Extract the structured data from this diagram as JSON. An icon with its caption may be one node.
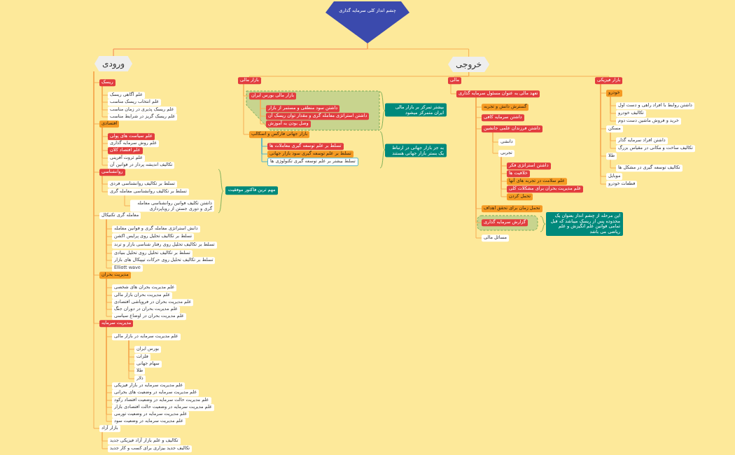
{
  "diagram": {
    "nodes": [
      {
        "text": [
          "چشم انداز کلی سرمایه گذاری"
        ]
      },
      {
        "text": [
          "ورودی"
        ]
      },
      {
        "text": [
          "خروجی"
        ]
      },
      {
        "text": [
          "ریسک"
        ]
      },
      {
        "text": [
          "علم آگاهی ریسک"
        ]
      },
      {
        "text": [
          "علم انتخاب ریسک مناسب"
        ]
      },
      {
        "text": [
          "علم ریسک پذیری در زمان مناسب"
        ]
      },
      {
        "text": [
          "علم ریسک گریز در شرایط مناسب"
        ]
      },
      {
        "text": [
          "اقتصادی"
        ]
      },
      {
        "text": [
          "علم سیاست های پولی"
        ]
      },
      {
        "text": [
          "علم روش سرمایه گذاری"
        ]
      },
      {
        "text": [
          "علم اقتصاد کلان"
        ]
      },
      {
        "text": [
          "علم ثروت آفرینی"
        ]
      },
      {
        "text": [
          "تکالیف اندیشه پرداز در قوانین آن"
        ]
      },
      {
        "text": [
          "روانشناسی"
        ]
      },
      {
        "text": [
          "تسلط بر تکالیف روانشناسی فردی"
        ]
      },
      {
        "text": [
          "تسلط بر تکالیف روانشناسی معامله گری"
        ]
      },
      {
        "text": [
          "داشتن تکلیف قوانین روانشناسی معامله گری و دوری جستن از رویاپردازی"
        ]
      },
      {
        "text": [
          "مهم ترین فاکتور موفقیت"
        ]
      },
      {
        "text": [
          "معامله گری تکنیکال"
        ]
      },
      {
        "text": [
          "دانش استراتژی معامله گری و قوانین معامله"
        ]
      },
      {
        "text": [
          "تسلط بر تکالیف تحلیل روی پرایس اکشن"
        ]
      },
      {
        "text": [
          "تسلط بر تکالیف تحلیل روی رفتار شناسی بازار و ترند"
        ]
      },
      {
        "text": [
          "تسلط بر تکالیف تحلیل روی تحلیل بنیادی"
        ]
      },
      {
        "text": [
          "تسلط بر تکالیف تحلیل روی حرکات تیپیکال های بازار"
        ]
      },
      {
        "text": [
          "Elliott wave"
        ]
      },
      {
        "text": [
          "مدیریت بحران"
        ]
      },
      {
        "text": [
          "علم مدیریت بحران های شخصی"
        ]
      },
      {
        "text": [
          "علم مدیریت بحران بازار مالی"
        ]
      },
      {
        "text": [
          "علم مدیریت بحران در فروپاشی اقتصادی"
        ]
      },
      {
        "text": [
          "علم مدیریت بحران در دوران جنگ"
        ]
      },
      {
        "text": [
          "علم مدیریت بحران در اوضاع سیاسی"
        ]
      },
      {
        "text": [
          "مدیریت سرمایه"
        ]
      },
      {
        "text": [
          "علم مدیریت سرمایه در بازار مالی"
        ]
      },
      {
        "text": [
          "بورس ایران"
        ]
      },
      {
        "text": [
          "فلزات"
        ]
      },
      {
        "text": [
          "سهام جهانی"
        ]
      },
      {
        "text": [
          "طلا"
        ]
      },
      {
        "text": [
          "دلار"
        ]
      },
      {
        "text": [
          "علم مدیریت سرمایه در بازار فیزیکی"
        ]
      },
      {
        "text": [
          "علم مدیریت سرمایه در وضعیت های بحرانی"
        ]
      },
      {
        "text": [
          "علم مدیریت حالت سرمایه در وضعیت اقتصاد رکود"
        ]
      },
      {
        "text": [
          "علم مدیریت سرمایه در وضعیت حالت اقتصادی بازار"
        ]
      },
      {
        "text": [
          "علم مدیریت سرمایه در وضعیت تورمی"
        ]
      },
      {
        "text": [
          "علم مدیریت سرمایه در وضعیت سود"
        ]
      },
      {
        "text": [
          "بازار آزاد"
        ]
      },
      {
        "text": [
          "تکالیف و علم بازار آزاد فیزیکی جدید"
        ]
      },
      {
        "text": [
          "تکالیف جدید بیزاری برای کسب و کار جدید"
        ]
      },
      {
        "text": [
          "بازار مالی"
        ]
      },
      {
        "text": [
          "بازار مالی بورس ایران"
        ]
      },
      {
        "text": [
          "داشتن سود منطقی و مستمر از بازار"
        ]
      },
      {
        "text": [
          "داشتن استراتژی معامله گری و مقدار توان ریسک آن"
        ]
      },
      {
        "text": [
          "وصل بودن به آموزش"
        ]
      },
      {
        "text": [
          "بیشتر تمرکز بر بازار مالی ایران متمرکز میشود"
        ]
      },
      {
        "text": [
          "بازار جهانی فارکس و اسکالپ"
        ]
      },
      {
        "text": [
          "تسلط بر علم توسعه گیری معاملات ها"
        ]
      },
      {
        "text": [
          "تسلط بر علم توسعه گیری سود بازار جهانی"
        ]
      },
      {
        "text": [
          "تسلط بیشتر بر علم توسعه گیری تکنولوژی ها"
        ]
      },
      {
        "text": [
          "به جز بازار جهانی در ارتباط یک بستر بازار جهانی هستند"
        ]
      },
      {
        "text": [
          "مالی"
        ]
      },
      {
        "text": [
          "تعهد مالی به عنوان مسئول سرمایه گذاری"
        ]
      },
      {
        "text": [
          "گسترش دانش و تجربه"
        ]
      },
      {
        "text": [
          "داشتن سرمایه کافی"
        ]
      },
      {
        "text": [
          "داشتن فرزندان علمی جانشین"
        ]
      },
      {
        "text": [
          "دانشی"
        ]
      },
      {
        "text": [
          "تجربی"
        ]
      },
      {
        "text": [
          "داشتن استراتژی فکر"
        ]
      },
      {
        "text": [
          "خلاقیت ها"
        ]
      },
      {
        "text": [
          "علم سلامت در تجربه های آنها"
        ]
      },
      {
        "text": [
          "علم مدیریت بحران برای مشکلات کلی"
        ]
      },
      {
        "text": [
          "تحمل کردن"
        ]
      },
      {
        "text": [
          "تحمل زمان برای تحقق اهداف"
        ]
      },
      {
        "text": [
          "گزارش سرمایه گذاری"
        ]
      },
      {
        "text": [
          "این مرحله از چشم انداز بعنوان یک محدوده پس از ریسک میباشد که قبل تمامی قوانین علم انگیزش و علم ریاضی می باشد"
        ]
      },
      {
        "text": [
          "مسائل مالی"
        ]
      },
      {
        "text": [
          "بازار فیزیکی"
        ]
      },
      {
        "text": [
          "خودرو"
        ]
      },
      {
        "text": [
          "داشتن روابط با افراد راهی و دست اول"
        ]
      },
      {
        "text": [
          "تکالیف خودرو"
        ]
      },
      {
        "text": [
          "خرید و فروش ماشین دست دوم"
        ]
      },
      {
        "text": [
          "مسکن"
        ]
      },
      {
        "text": [
          "داشتن افراد سرمایه گذار"
        ]
      },
      {
        "text": [
          "تکالیف ساخت و مکانی در مقیاس بزرگ"
        ]
      },
      {
        "text": [
          "طلا"
        ]
      },
      {
        "text": [
          "تکالیف توسعه گیری در مشکل ها"
        ]
      },
      {
        "text": [
          "موبایل"
        ]
      },
      {
        "text": [
          "قطعات خودرو"
        ]
      }
    ],
    "edges": [
      {
        "from": 0,
        "to": 1,
        "arrow": "none",
        "color": "#f4824f"
      },
      {
        "from": 0,
        "to": 2,
        "arrow": "none"
      },
      {
        "from": 1,
        "to": 3,
        "arrow": "none"
      },
      {
        "from": 3,
        "to": 4,
        "arrow": "none"
      },
      {
        "from": 3,
        "to": 5,
        "arrow": "none"
      },
      {
        "from": 3,
        "to": 6,
        "arrow": "none"
      },
      {
        "from": 3,
        "to": 7,
        "arrow": "none"
      },
      {
        "from": 1,
        "to": 8,
        "arrow": "none"
      },
      {
        "from": 8,
        "to": 9,
        "arrow": "none"
      },
      {
        "from": 8,
        "to": 10,
        "arrow": "none"
      },
      {
        "from": 8,
        "to": 11,
        "arrow": "none"
      },
      {
        "from": 8,
        "to": 12,
        "arrow": "none"
      },
      {
        "from": 8,
        "to": 13,
        "arrow": "none"
      },
      {
        "from": 1,
        "to": 14,
        "arrow": "none"
      },
      {
        "from": 14,
        "to": 15,
        "arrow": "none"
      },
      {
        "from": 14,
        "to": 16,
        "arrow": "none"
      },
      {
        "from": 16,
        "to": 17,
        "arrow": "none"
      },
      {
        "from": 1,
        "to": 19,
        "arrow": "none"
      },
      {
        "from": 19,
        "to": 20,
        "arrow": "none"
      },
      {
        "from": 19,
        "to": 21,
        "arrow": "none"
      },
      {
        "from": 19,
        "to": 22,
        "arrow": "none"
      },
      {
        "from": 19,
        "to": 23,
        "arrow": "none"
      },
      {
        "from": 19,
        "to": 24,
        "arrow": "none"
      },
      {
        "from": 19,
        "to": 25,
        "arrow": "none"
      },
      {
        "from": 1,
        "to": 26,
        "arrow": "none"
      },
      {
        "from": 26,
        "to": 27,
        "arrow": "none"
      },
      {
        "from": 26,
        "to": 28,
        "arrow": "none"
      },
      {
        "from": 26,
        "to": 29,
        "arrow": "none"
      },
      {
        "from": 26,
        "to": 30,
        "arrow": "none"
      },
      {
        "from": 26,
        "to": 31,
        "arrow": "none"
      },
      {
        "from": 1,
        "to": 32,
        "arrow": "none"
      },
      {
        "from": 32,
        "to": 33,
        "arrow": "none"
      },
      {
        "from": 33,
        "to": 34,
        "arrow": "none"
      },
      {
        "from": 33,
        "to": 35,
        "arrow": "none"
      },
      {
        "from": 33,
        "to": 36,
        "arrow": "none"
      },
      {
        "from": 33,
        "to": 37,
        "arrow": "none"
      },
      {
        "from": 33,
        "to": 38,
        "arrow": "none"
      },
      {
        "from": 32,
        "to": 39,
        "arrow": "none"
      },
      {
        "from": 32,
        "to": 40,
        "arrow": "none"
      },
      {
        "from": 32,
        "to": 41,
        "arrow": "none"
      },
      {
        "from": 32,
        "to": 42,
        "arrow": "none"
      },
      {
        "from": 32,
        "to": 43,
        "arrow": "none"
      },
      {
        "from": 32,
        "to": 44,
        "arrow": "none"
      },
      {
        "from": 1,
        "to": 45,
        "arrow": "none"
      },
      {
        "from": 45,
        "to": 46,
        "arrow": "none"
      },
      {
        "from": 45,
        "to": 47,
        "arrow": "none"
      },
      {
        "from": 2,
        "to": 48,
        "arrow": "none"
      },
      {
        "from": 48,
        "to": 49,
        "arrow": "none"
      },
      {
        "from": 49,
        "to": 50,
        "arrow": "none"
      },
      {
        "from": 49,
        "to": 51,
        "arrow": "none"
      },
      {
        "from": 49,
        "to": 52,
        "arrow": "none"
      },
      {
        "from": 48,
        "to": 54,
        "arrow": "none"
      },
      {
        "from": 54,
        "to": 55,
        "arrow": "none",
        "color": "#4fb3c9"
      },
      {
        "from": 54,
        "to": 56,
        "arrow": "none",
        "color": "#4fb3c9"
      },
      {
        "from": 54,
        "to": 57,
        "arrow": "none",
        "color": "#4fb3c9"
      },
      {
        "from": 2,
        "to": 59,
        "arrow": "none"
      },
      {
        "from": 59,
        "to": 60,
        "arrow": "none"
      },
      {
        "from": 60,
        "to": 61,
        "arrow": "none"
      },
      {
        "from": 60,
        "to": 62,
        "arrow": "none"
      },
      {
        "from": 60,
        "to": 63,
        "arrow": "none"
      },
      {
        "from": 63,
        "to": 64,
        "arrow": "none"
      },
      {
        "from": 63,
        "to": 65,
        "arrow": "none"
      },
      {
        "from": 65,
        "to": 66,
        "arrow": "none"
      },
      {
        "from": 65,
        "to": 67,
        "arrow": "none"
      },
      {
        "from": 65,
        "to": 68,
        "arrow": "none"
      },
      {
        "from": 65,
        "to": 69,
        "arrow": "none"
      },
      {
        "from": 65,
        "to": 70,
        "arrow": "none"
      },
      {
        "from": 60,
        "to": 71,
        "arrow": "none"
      },
      {
        "from": 60,
        "to": 72,
        "arrow": "none"
      },
      {
        "from": 60,
        "to": 74,
        "arrow": "none"
      },
      {
        "from": 2,
        "to": 75,
        "arrow": "none"
      },
      {
        "from": 75,
        "to": 76,
        "arrow": "none"
      },
      {
        "from": 76,
        "to": 77,
        "arrow": "none"
      },
      {
        "from": 76,
        "to": 78,
        "arrow": "none"
      },
      {
        "from": 76,
        "to": 79,
        "arrow": "none"
      },
      {
        "from": 75,
        "to": 80,
        "arrow": "none"
      },
      {
        "from": 80,
        "to": 81,
        "arrow": "none"
      },
      {
        "from": 80,
        "to": 82,
        "arrow": "none"
      },
      {
        "from": 75,
        "to": 83,
        "arrow": "none"
      },
      {
        "from": 83,
        "to": 84,
        "arrow": "none"
      },
      {
        "from": 75,
        "to": 85,
        "arrow": "none"
      },
      {
        "from": 75,
        "to": 86,
        "arrow": "none"
      }
    ]
  }
}
